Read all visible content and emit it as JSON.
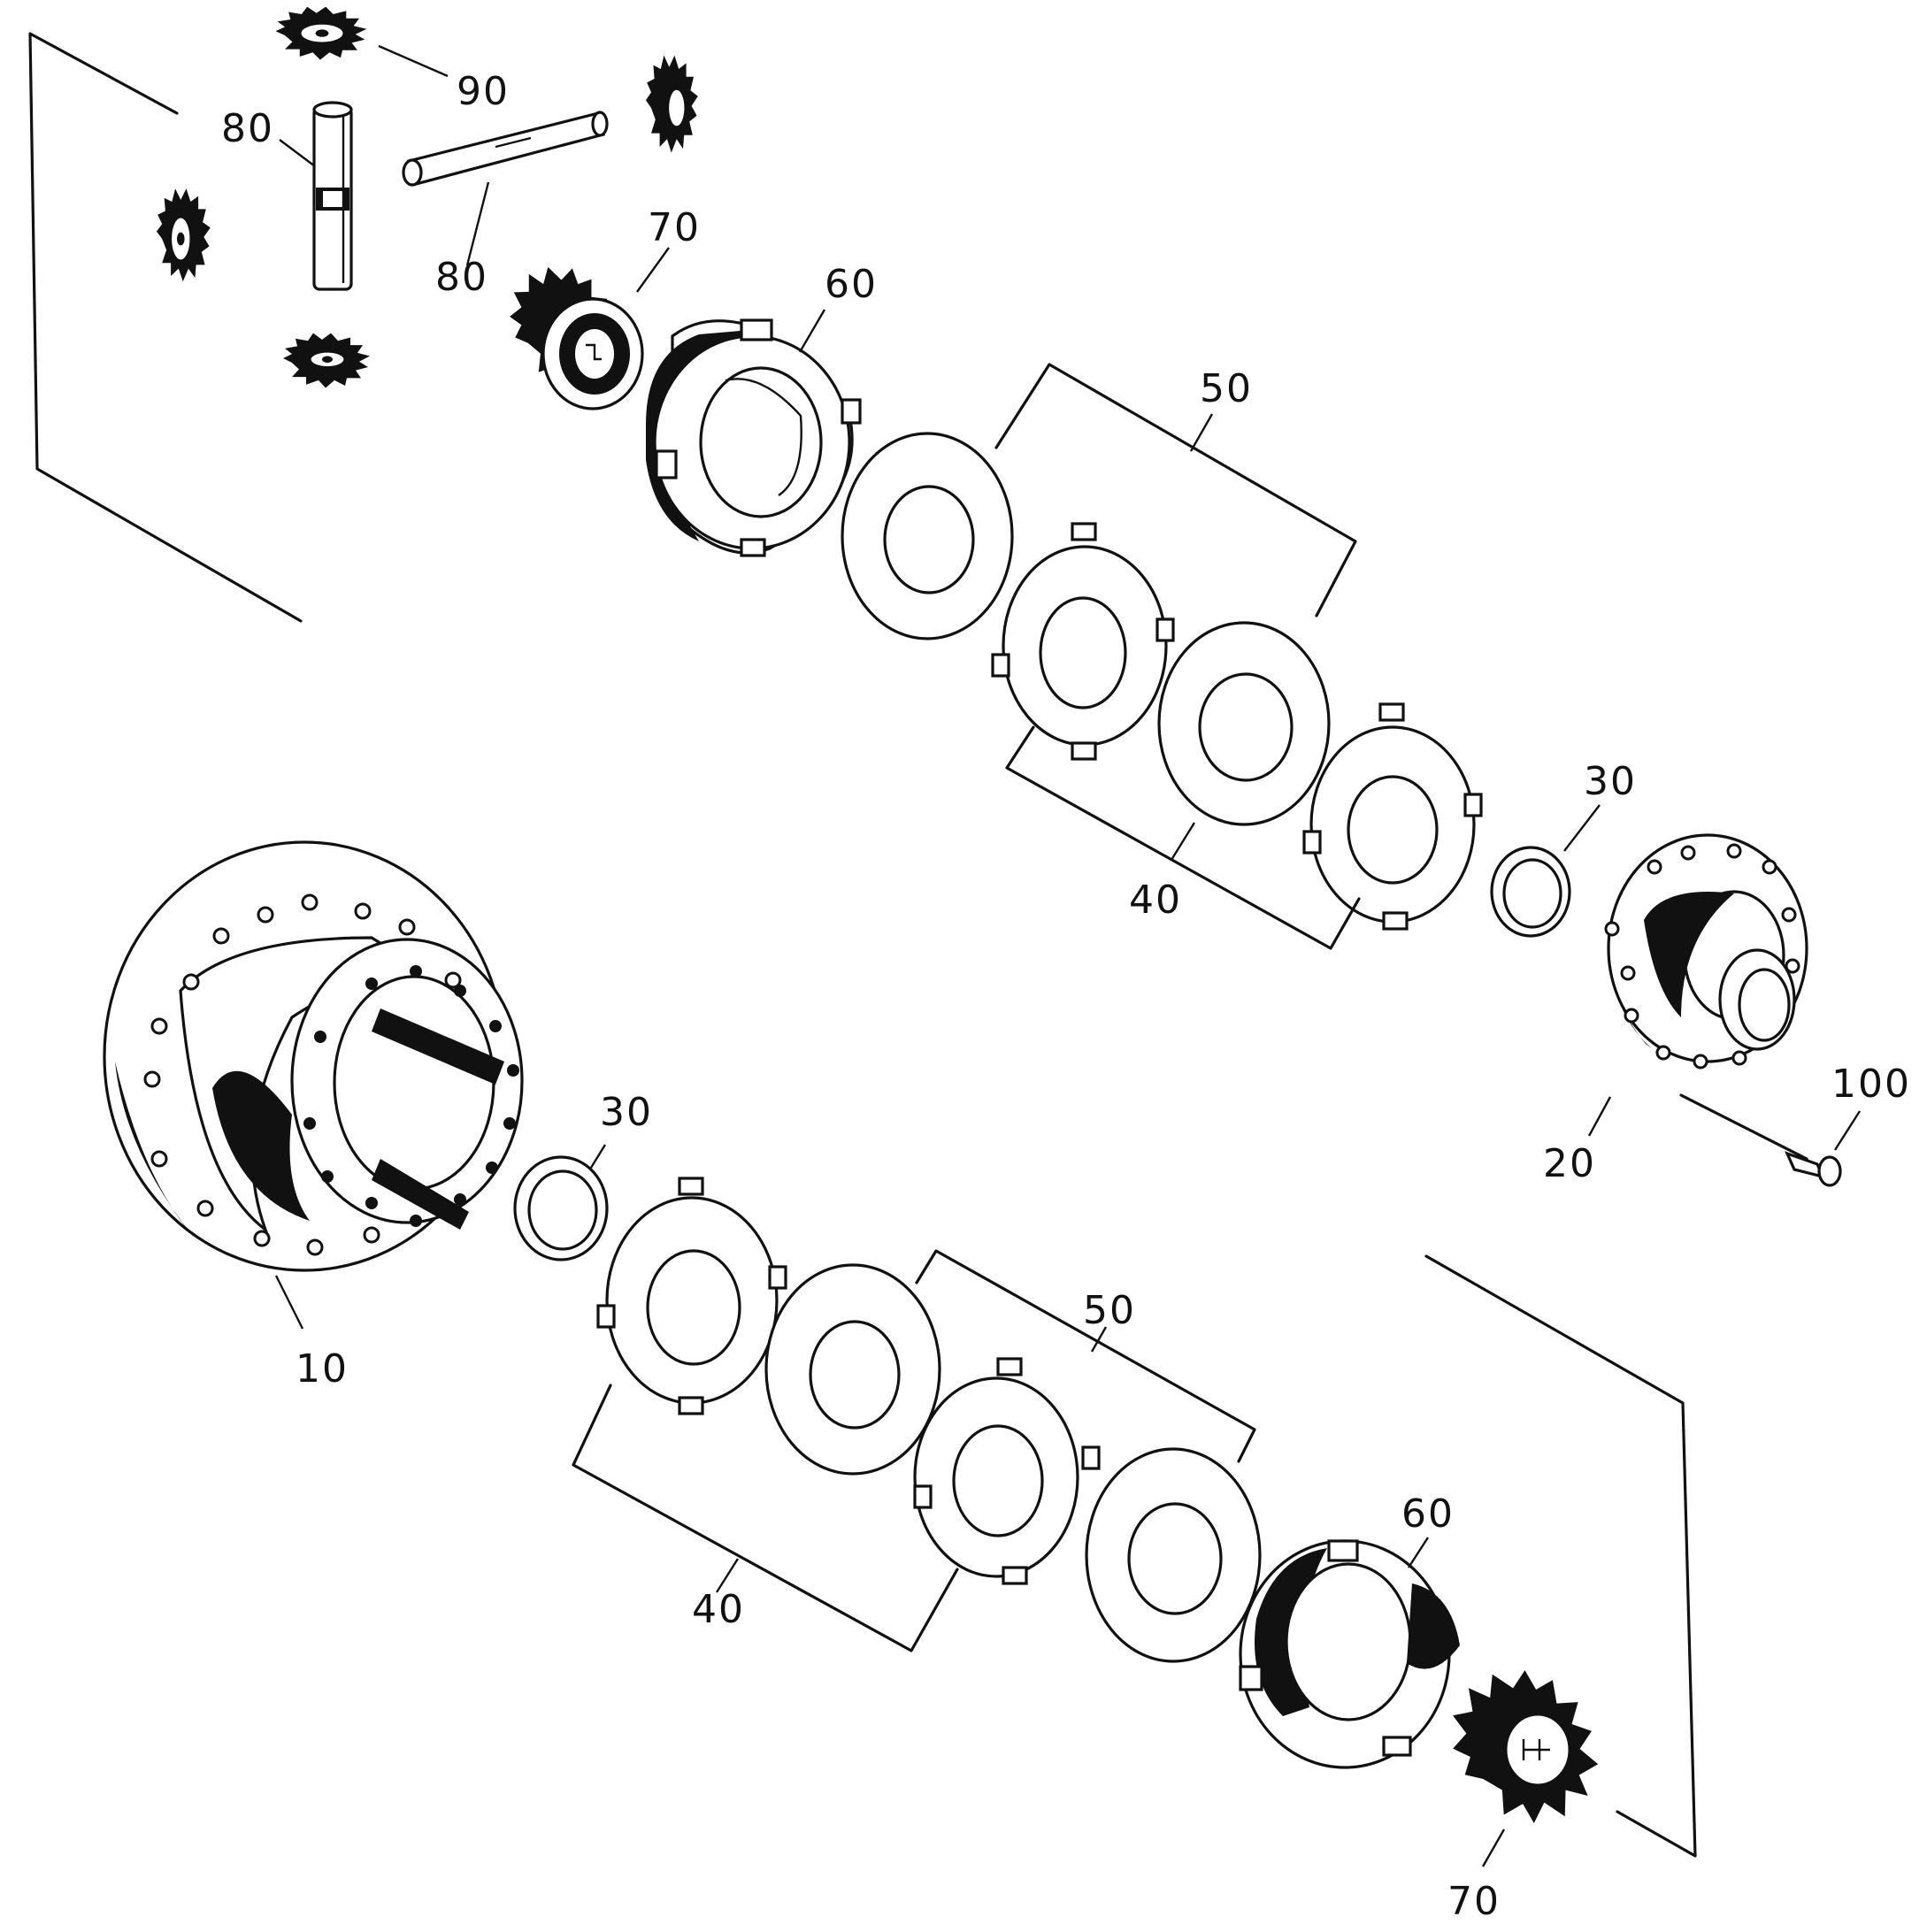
{
  "diagram": {
    "type": "exploded parts diagram",
    "labels": {
      "pinion_gear": "90",
      "cross_shaft_a": "80",
      "cross_shaft_b": "80",
      "side_gear_top": "70",
      "pressure_ring_top": "60",
      "clutch_disc_top": "50",
      "clutch_plate_top": "40",
      "spring_ring_top": "30",
      "case_half_right": "20",
      "bolt": "100",
      "case_half_left": "10",
      "spring_ring_bottom": "30",
      "clutch_plate_bottom": "40",
      "clutch_disc_bottom": "50",
      "pressure_ring_bottom": "60",
      "side_gear_bottom": "70"
    }
  }
}
